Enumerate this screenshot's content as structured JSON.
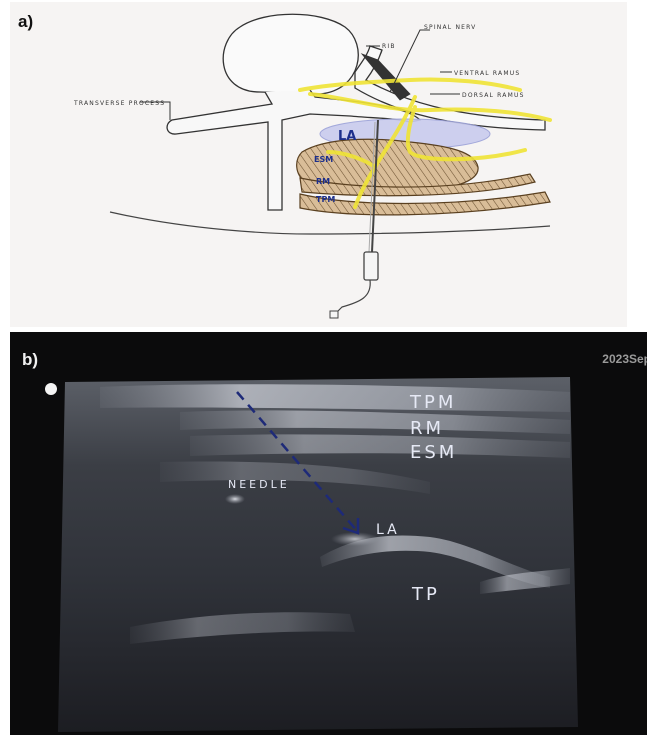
{
  "panel_a": {
    "label": "a)",
    "annotations": {
      "transverse_process": "TRANSVERSE PROCESS",
      "rib": "RIB",
      "spinal_nerve": "SPINAL NERV",
      "ventral_ramus": "VENTRAL RAMUS",
      "dorsal_ramus": "DORSAL RAMUS",
      "la": "LA",
      "esm": "ESM",
      "rm": "RM",
      "tpm": "TPM"
    }
  },
  "panel_b": {
    "label": "b)",
    "date_stamp": "2023Sep",
    "annotations": {
      "tpm": "TPM",
      "rm": "RM",
      "esm": "ESM",
      "needle": "NEEDLE",
      "la": "LA",
      "tp": "TP"
    }
  },
  "colors": {
    "nerve": "#f0e436",
    "la_region": "#c9cbee",
    "muscle": "#d7b890",
    "marker_ink": "#1d2f8c"
  }
}
